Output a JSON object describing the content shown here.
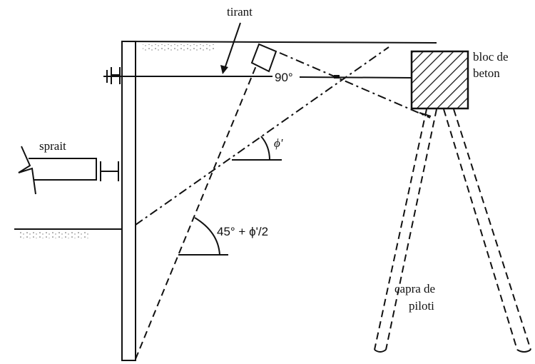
{
  "labels": {
    "tirant": "tirant",
    "sprait": "sprait",
    "angle_90": "90°",
    "angle_phi": "ϕ'",
    "angle_active": "45° + ϕ'/2",
    "bloc_line1": "bloc de",
    "bloc_line2": "beton",
    "capra_line1": "capra de",
    "capra_line2": "piloti"
  },
  "colors": {
    "ink": "#111111",
    "background": "#ffffff"
  }
}
